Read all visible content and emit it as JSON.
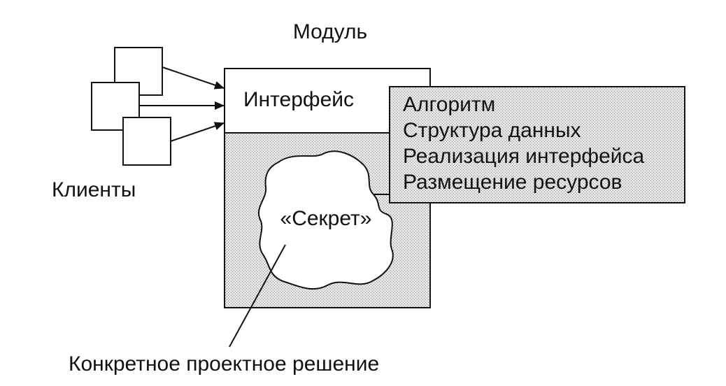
{
  "diagram": {
    "module_title": "Модуль",
    "interface_label": "Интерфейс",
    "clients_label": "Клиенты",
    "secret_label": "«Секрет»",
    "design_decision_label": "Конкретное проектное решение",
    "secret_contents": [
      "Алгоритм",
      "Структура данных",
      "Реализация интерфейса",
      "Размещение ресурсов"
    ],
    "clients_count": 3,
    "colors": {
      "stroke": "#111111",
      "hatched_fill": "#d9d9d9",
      "background": "#ffffff"
    }
  }
}
